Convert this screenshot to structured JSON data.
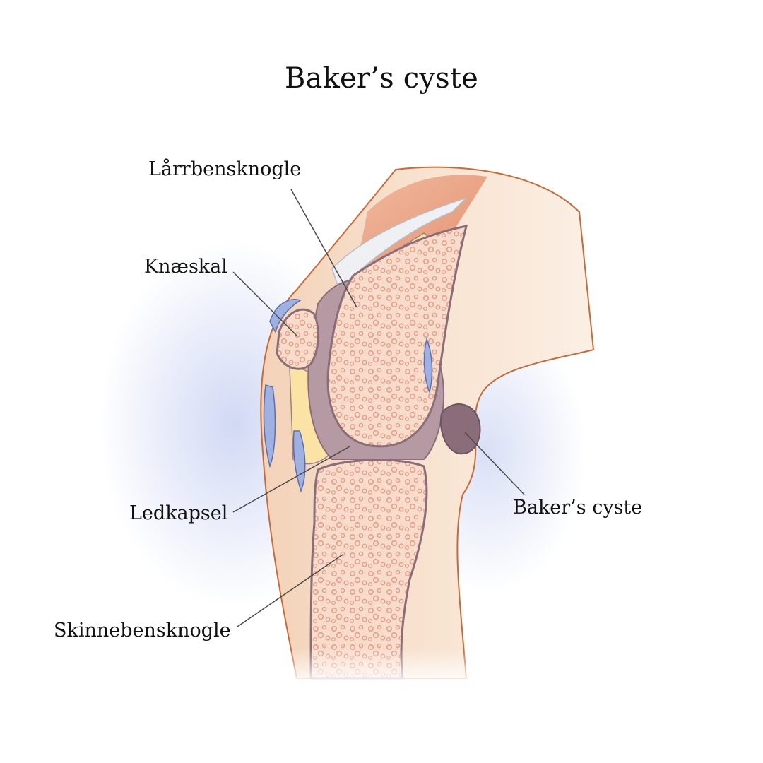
{
  "title": "Baker’s cyste",
  "labels": {
    "femur": "Lårrbensknogle",
    "patella": "Knæskal",
    "joint_capsule": "Ledkapsel",
    "tibia": "Skinnebensknogle",
    "bakers_cyst": "Baker’s cyste"
  },
  "colors": {
    "skin": "#f6dcc4",
    "bone": "#f8e1d2",
    "bone_speckle": "#e3a08c",
    "capsule": "#9c7f88",
    "cyst": "#8a6d78",
    "fat_pad": "#fbe3a6",
    "bursa": "#6f86c4",
    "muscle": "#e79473",
    "leader_line": "#4a4a4a",
    "glow": "#c9d2f2"
  }
}
